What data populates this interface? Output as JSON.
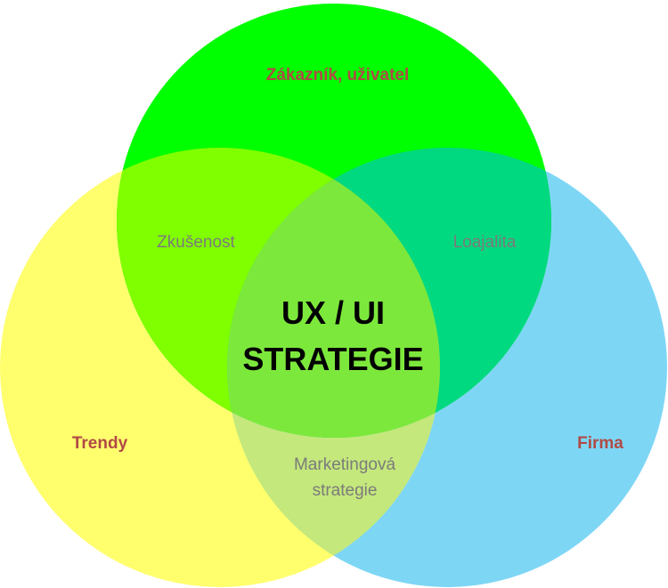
{
  "diagram": {
    "type": "venn",
    "sets": {
      "top": {
        "label": "Zákazník, uživatel",
        "color": "#00ff00"
      },
      "left": {
        "label": "Trendy",
        "color": "#ffff6e"
      },
      "right": {
        "label": "Firma",
        "color": "#7ed6f5"
      }
    },
    "overlaps": {
      "top_left": {
        "label": "Zkušenost",
        "color": "#80ff00"
      },
      "top_right": {
        "label": "Loajalita",
        "color": "#00d97f"
      },
      "left_right": {
        "lines": [
          "Marketingová",
          "strategie"
        ],
        "color": "#c4e87c"
      },
      "center": {
        "lines": [
          "UX / UI",
          "STRATEGIE"
        ],
        "color": "#7de83c"
      }
    },
    "colors": {
      "set_label": "#b04a45",
      "overlap_label": "#7b7b7b",
      "center_label": "#000000"
    }
  }
}
